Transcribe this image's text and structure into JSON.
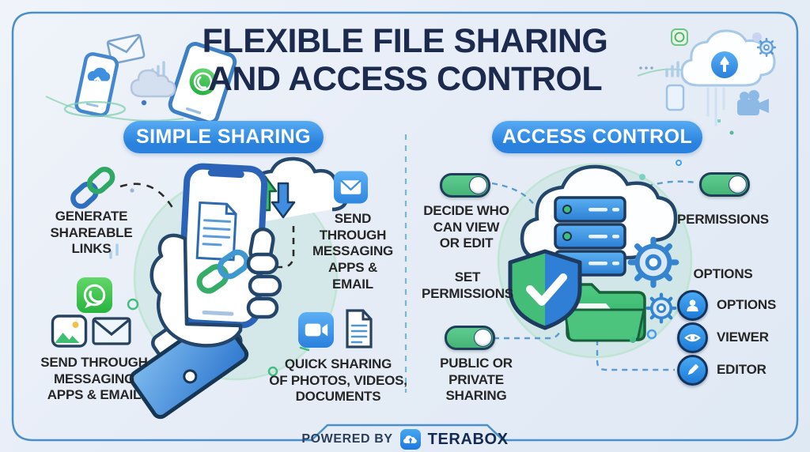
{
  "title": {
    "line1": "FLEXIBLE FILE SHARING",
    "line2": "AND ACCESS CONTROL"
  },
  "simple_sharing": {
    "heading": "SIMPLE SHARING",
    "generate_links": "GENERATE\nSHAREABLE\nLINKS",
    "send_messaging_left": "SEND THROUGH\nMESSAGING\nAPPS & EMAIL",
    "send_messaging_right": "SEND\nTHROUGH\nMESSAGING\nAPPS & EMAIL",
    "quick_sharing": "QUICK SHARING\nOF PHOTOS, VIDEOS,\nDOCUMENTS"
  },
  "access_control": {
    "heading": "ACCESS CONTROL",
    "decide_who": "DECIDE WHO\nCAN VIEW\nOR EDIT",
    "set_permissions": "SET\nPERMISSIONS",
    "public_private": "PUBLIC OR\nPRIVATE\nSHARING",
    "permissions": "PERMISSIONS",
    "options_heading": "OPTIONS",
    "roles": [
      {
        "icon": "user-icon",
        "label": "OPTIONS"
      },
      {
        "icon": "eye-icon",
        "label": "VIEWER"
      },
      {
        "icon": "pencil-icon",
        "label": "EDITOR"
      }
    ]
  },
  "footer": {
    "powered_by": "POWERED BY",
    "brand": "TERABOX"
  },
  "colors": {
    "accent_blue": "#2e86dd",
    "toggle_green": "#4fc083",
    "title_navy": "#1c2b4d",
    "frame_blue": "#4a8fc9",
    "shield_green": "#43bd77",
    "shield_blue": "#2f7fd6",
    "folder_green": "#45c078"
  }
}
